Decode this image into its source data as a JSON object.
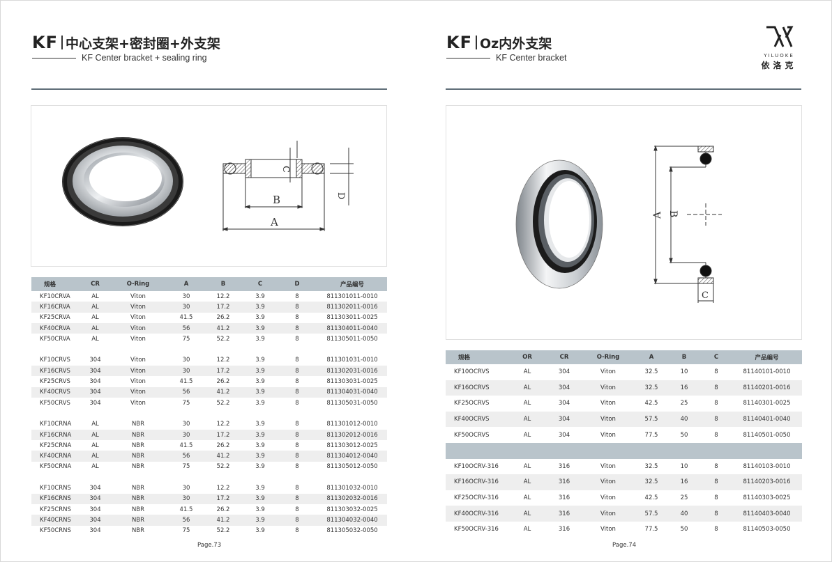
{
  "left": {
    "title_kf": "KF",
    "title_cn": "中心支架+密封圈+外支架",
    "subtitle": "KF Center bracket + sealing ring",
    "page": "Page.73",
    "dims": {
      "a": "A",
      "b": "B",
      "c": "C",
      "d": "D"
    },
    "table": {
      "headers": [
        "规格",
        "CR",
        "O-Ring",
        "A",
        "B",
        "C",
        "D",
        "产品编号"
      ],
      "groups": [
        [
          [
            "KF10CRVA",
            "AL",
            "Viton",
            "30",
            "12.2",
            "3.9",
            "8",
            "811301011-0010"
          ],
          [
            "KF16CRVA",
            "AL",
            "Viton",
            "30",
            "17.2",
            "3.9",
            "8",
            "811302011-0016"
          ],
          [
            "KF25CRVA",
            "AL",
            "Viton",
            "41.5",
            "26.2",
            "3.9",
            "8",
            "811303011-0025"
          ],
          [
            "KF40CRVA",
            "AL",
            "Viton",
            "56",
            "41.2",
            "3.9",
            "8",
            "811304011-0040"
          ],
          [
            "KF50CRVA",
            "AL",
            "Viton",
            "75",
            "52.2",
            "3.9",
            "8",
            "811305011-0050"
          ]
        ],
        [
          [
            "KF10CRVS",
            "304",
            "Viton",
            "30",
            "12.2",
            "3.9",
            "8",
            "811301031-0010"
          ],
          [
            "KF16CRVS",
            "304",
            "Viton",
            "30",
            "17.2",
            "3.9",
            "8",
            "811302031-0016"
          ],
          [
            "KF25CRVS",
            "304",
            "Viton",
            "41.5",
            "26.2",
            "3.9",
            "8",
            "811303031-0025"
          ],
          [
            "KF40CRVS",
            "304",
            "Viton",
            "56",
            "41.2",
            "3.9",
            "8",
            "811304031-0040"
          ],
          [
            "KF50CRVS",
            "304",
            "Viton",
            "75",
            "52.2",
            "3.9",
            "8",
            "811305031-0050"
          ]
        ],
        [
          [
            "KF10CRNA",
            "AL",
            "NBR",
            "30",
            "12.2",
            "3.9",
            "8",
            "811301012-0010"
          ],
          [
            "KF16CRNA",
            "AL",
            "NBR",
            "30",
            "17.2",
            "3.9",
            "8",
            "811302012-0016"
          ],
          [
            "KF25CRNA",
            "AL",
            "NBR",
            "41.5",
            "26.2",
            "3.9",
            "8",
            "811303012-0025"
          ],
          [
            "KF40CRNA",
            "AL",
            "NBR",
            "56",
            "41.2",
            "3.9",
            "8",
            "811304012-0040"
          ],
          [
            "KF50CRNA",
            "AL",
            "NBR",
            "75",
            "52.2",
            "3.9",
            "8",
            "811305012-0050"
          ]
        ],
        [
          [
            "KF10CRNS",
            "304",
            "NBR",
            "30",
            "12.2",
            "3.9",
            "8",
            "811301032-0010"
          ],
          [
            "KF16CRNS",
            "304",
            "NBR",
            "30",
            "17.2",
            "3.9",
            "8",
            "811302032-0016"
          ],
          [
            "KF25CRNS",
            "304",
            "NBR",
            "41.5",
            "26.2",
            "3.9",
            "8",
            "811303032-0025"
          ],
          [
            "KF40CRNS",
            "304",
            "NBR",
            "56",
            "41.2",
            "3.9",
            "8",
            "811304032-0040"
          ],
          [
            "KF50CRNS",
            "304",
            "NBR",
            "75",
            "52.2",
            "3.9",
            "8",
            "811305032-0050"
          ]
        ]
      ]
    }
  },
  "right": {
    "title_kf": "KF",
    "title_cn": "Oz内外支架",
    "subtitle": "KF Center bracket",
    "page": "Page.74",
    "logo_brand": "YILUOKE",
    "logo_cn": "依洛克",
    "dims": {
      "a": "A",
      "b": "B",
      "c": "C"
    },
    "table": {
      "headers": [
        "规格",
        "OR",
        "CR",
        "O-Ring",
        "A",
        "B",
        "C",
        "产品编号"
      ],
      "groups": [
        [
          [
            "KF10OCRVS",
            "AL",
            "304",
            "Viton",
            "32.5",
            "10",
            "8",
            "81140101-0010"
          ],
          [
            "KF16OCRVS",
            "AL",
            "304",
            "Viton",
            "32.5",
            "16",
            "8",
            "81140201-0016"
          ],
          [
            "KF25OCRVS",
            "AL",
            "304",
            "Viton",
            "42.5",
            "25",
            "8",
            "81140301-0025"
          ],
          [
            "KF40OCRVS",
            "AL",
            "304",
            "Viton",
            "57.5",
            "40",
            "8",
            "81140401-0040"
          ],
          [
            "KF50OCRVS",
            "AL",
            "304",
            "Viton",
            "77.5",
            "50",
            "8",
            "81140501-0050"
          ]
        ],
        [
          [
            "KF10OCRV-316",
            "AL",
            "316",
            "Viton",
            "32.5",
            "10",
            "8",
            "81140103-0010"
          ],
          [
            "KF16OCRV-316",
            "AL",
            "316",
            "Viton",
            "32.5",
            "16",
            "8",
            "81140203-0016"
          ],
          [
            "KF25OCRV-316",
            "AL",
            "316",
            "Viton",
            "42.5",
            "25",
            "8",
            "81140303-0025"
          ],
          [
            "KF40OCRV-316",
            "AL",
            "316",
            "Viton",
            "57.5",
            "40",
            "8",
            "81140403-0040"
          ],
          [
            "KF50OCRV-316",
            "AL",
            "316",
            "Viton",
            "77.5",
            "50",
            "8",
            "81140503-0050"
          ]
        ]
      ]
    }
  }
}
